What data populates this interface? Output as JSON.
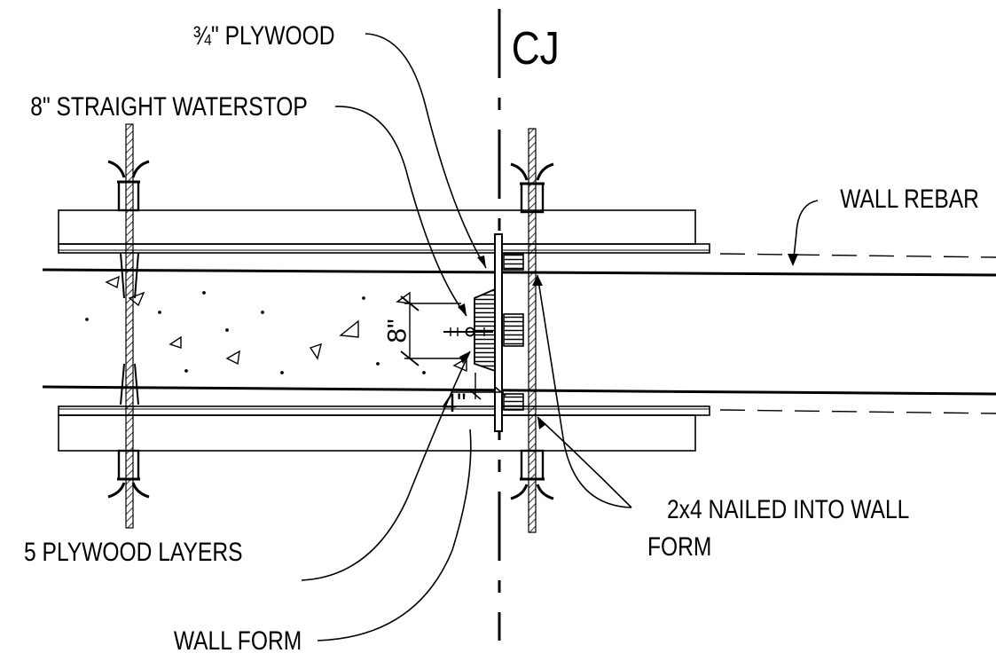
{
  "labels": {
    "plywood_3_4": "¾\" PLYWOOD",
    "cj": "CJ",
    "waterstop": "8\" STRAIGHT WATERSTOP",
    "wall_rebar": "WALL REBAR",
    "plywood_layers": "5 PLYWOOD LAYERS",
    "nailed_2x4_line1": "2x4 NAILED INTO WALL",
    "nailed_2x4_line2": "FORM",
    "wall_form": "WALL FORM"
  },
  "dimensions": {
    "waterstop_width": "8\"",
    "offset": "4\""
  }
}
